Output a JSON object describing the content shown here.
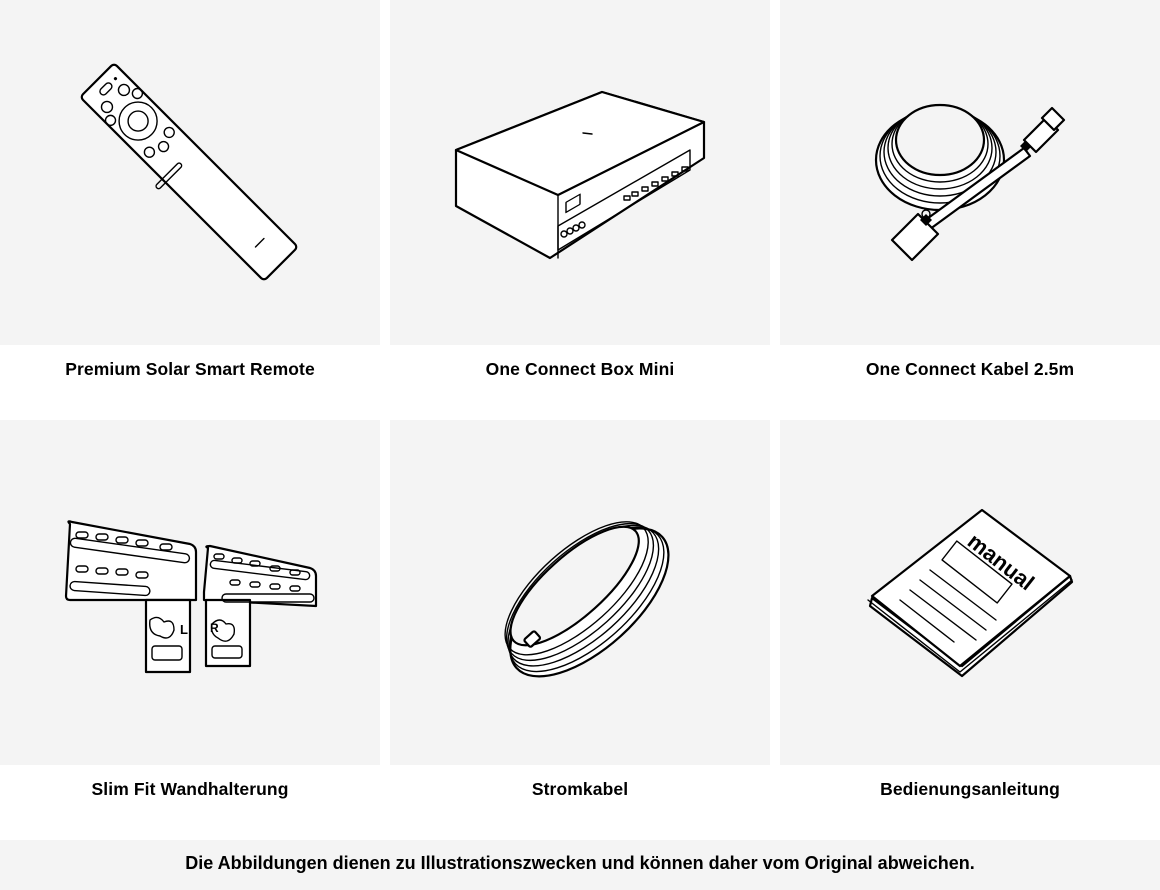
{
  "items": [
    {
      "label": "Premium Solar Smart Remote",
      "icon": "remote-control-icon"
    },
    {
      "label": "One Connect Box Mini",
      "icon": "one-connect-box-icon"
    },
    {
      "label": "One Connect Kabel 2.5m",
      "icon": "connect-cable-icon"
    },
    {
      "label": "Slim Fit Wandhalterung",
      "icon": "wall-mount-icon"
    },
    {
      "label": "Stromkabel",
      "icon": "power-cable-icon"
    },
    {
      "label": "Bedienungsanleitung",
      "icon": "manual-icon"
    }
  ],
  "manual_cover_text": "manual",
  "mount_left_mark": "L",
  "mount_right_mark": "R",
  "disclaimer": "Die Abbildungen dienen zu Illustrationszwecken und können daher vom Original abweichen.",
  "colors": {
    "panel_bg": "#f4f4f4",
    "page_bg": "#ffffff",
    "text": "#000000"
  }
}
